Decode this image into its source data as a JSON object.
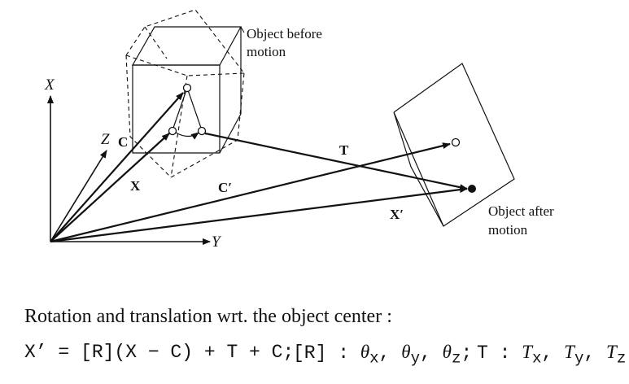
{
  "diagram": {
    "axes": {
      "x": "X",
      "y": "Y",
      "z": "Z"
    },
    "object_before_label": [
      "Object before",
      "motion"
    ],
    "object_after_label": [
      "Object after",
      "motion"
    ],
    "vectors": {
      "c": "C",
      "x": "X",
      "t": "T",
      "c_prime": "C′",
      "x_prime": "X′"
    }
  },
  "caption": "Rotation and translation wrt. the object center :",
  "equation": {
    "main": "X’ = [R](X − C) + T + C;",
    "rotation_prefix": "[R] :",
    "rotation_params": [
      "θ",
      "θ",
      "θ"
    ],
    "rotation_subscripts": [
      "x",
      "y",
      "z"
    ],
    "translation_prefix": "T :",
    "translation_params": [
      "T",
      "T",
      "T"
    ],
    "translation_subscripts": [
      "x",
      "y",
      "z"
    ]
  }
}
